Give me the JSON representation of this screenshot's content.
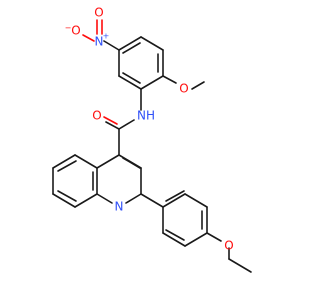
{
  "atoms": {
    "nitro_n": "N",
    "nitro_n_charge": "+",
    "nitro_o_top": "O",
    "nitro_o_left": "O",
    "nitro_o_left_charge": "−",
    "methoxy_o": "O",
    "amide_nh": "NH",
    "amide_o": "O",
    "quinoline_n": "N",
    "ethoxy_o": "O"
  },
  "colors": {
    "carbon_bond": "#1a1a1a",
    "oxygen": "#ff0d0d",
    "nitrogen": "#3050f8"
  }
}
